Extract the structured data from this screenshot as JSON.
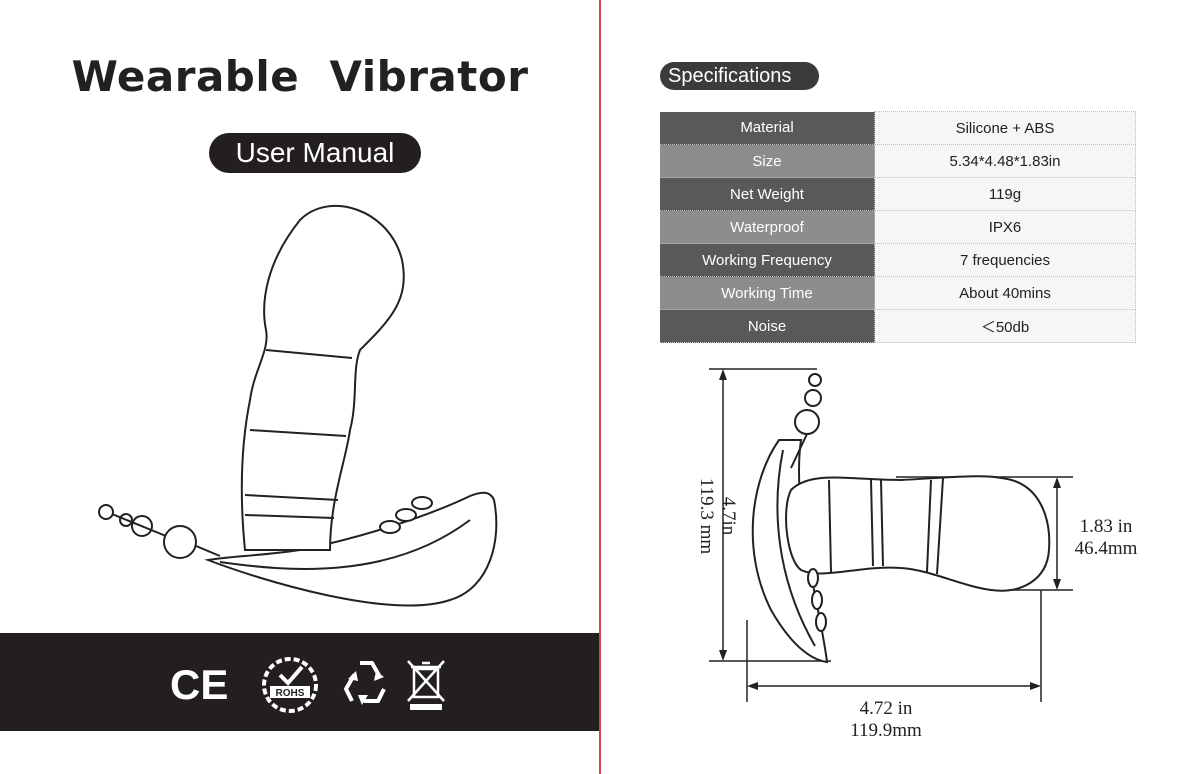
{
  "cover": {
    "title": "Wearable  Vibrator",
    "subtitle": "User Manual",
    "certifications": [
      {
        "name": "CE",
        "label": "CE"
      },
      {
        "name": "RoHS",
        "label": "ROHS"
      },
      {
        "name": "Recycle"
      },
      {
        "name": "WEEE"
      }
    ]
  },
  "specifications": {
    "heading": "Specifications",
    "rows": [
      {
        "label": "Material",
        "value": "Silicone + ABS"
      },
      {
        "label": "Size",
        "value": "5.34*4.48*1.83in"
      },
      {
        "label": "Net Weight",
        "value": "119g"
      },
      {
        "label": "Waterproof",
        "value": "IPX6"
      },
      {
        "label": "Working Frequency",
        "value": "7 frequencies"
      },
      {
        "label": "Working Time",
        "value": "About 40mins"
      },
      {
        "label": "Noise",
        "value": "＜50db"
      }
    ]
  },
  "dimensions": {
    "height_in": "4.7in",
    "height_mm": "119.3 mm",
    "width_in": "4.72 in",
    "width_mm": "119.9mm",
    "depth_in": "1.83 in",
    "depth_mm": "46.4mm"
  },
  "colors": {
    "dark": "#231f20",
    "divider": "#d9433f",
    "row_dark": "#5a5859",
    "row_light": "#8e8c8d"
  }
}
